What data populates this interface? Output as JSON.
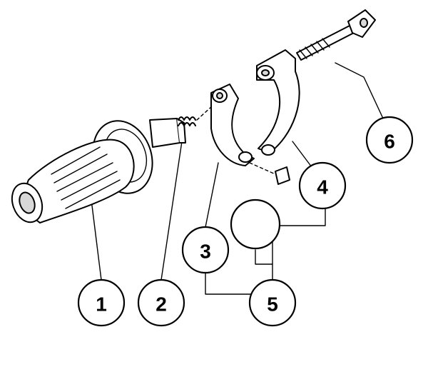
{
  "callouts": [
    {
      "id": "c1",
      "label": "1"
    },
    {
      "id": "c2",
      "label": "2"
    },
    {
      "id": "c3",
      "label": "3"
    },
    {
      "id": "c4",
      "label": "4"
    },
    {
      "id": "c_blank",
      "label": ""
    },
    {
      "id": "c5",
      "label": "5"
    },
    {
      "id": "c6",
      "label": "6"
    }
  ]
}
